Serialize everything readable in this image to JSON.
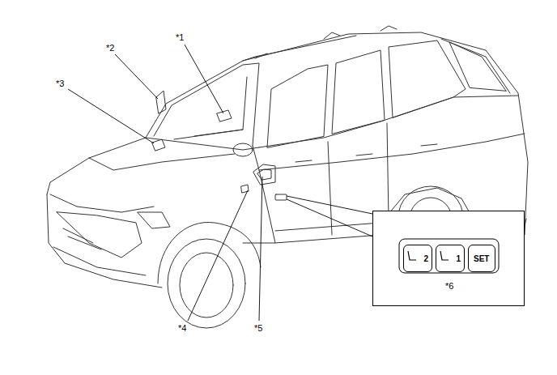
{
  "diagram": {
    "nodes": [
      {
        "text": [
          "*6"
        ]
      },
      {
        "text": [
          "2"
        ],
        "in": 0
      },
      {
        "text": [
          "1"
        ],
        "in": 0
      },
      {
        "text": [
          "SET"
        ],
        "in": 0
      }
    ],
    "labels": [
      "*1",
      "*2",
      "*3",
      "*4",
      "*5"
    ]
  }
}
